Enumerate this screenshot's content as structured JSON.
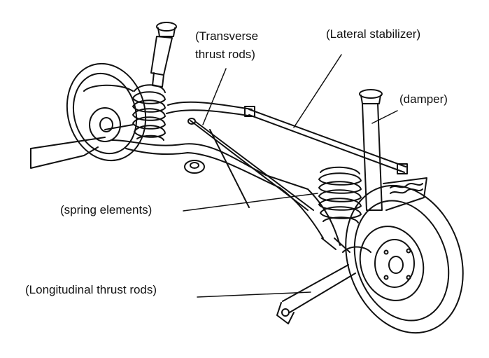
{
  "labels": {
    "transverse_line1": "(Transverse",
    "transverse_line2": "thrust rods)",
    "lateral": "(Lateral stabilizer)",
    "damper": "(damper)",
    "spring": "(spring elements)",
    "longitudinal": "(Longitudinal thrust rods)"
  },
  "colors": {
    "ink": "#111111",
    "background": "#ffffff"
  }
}
